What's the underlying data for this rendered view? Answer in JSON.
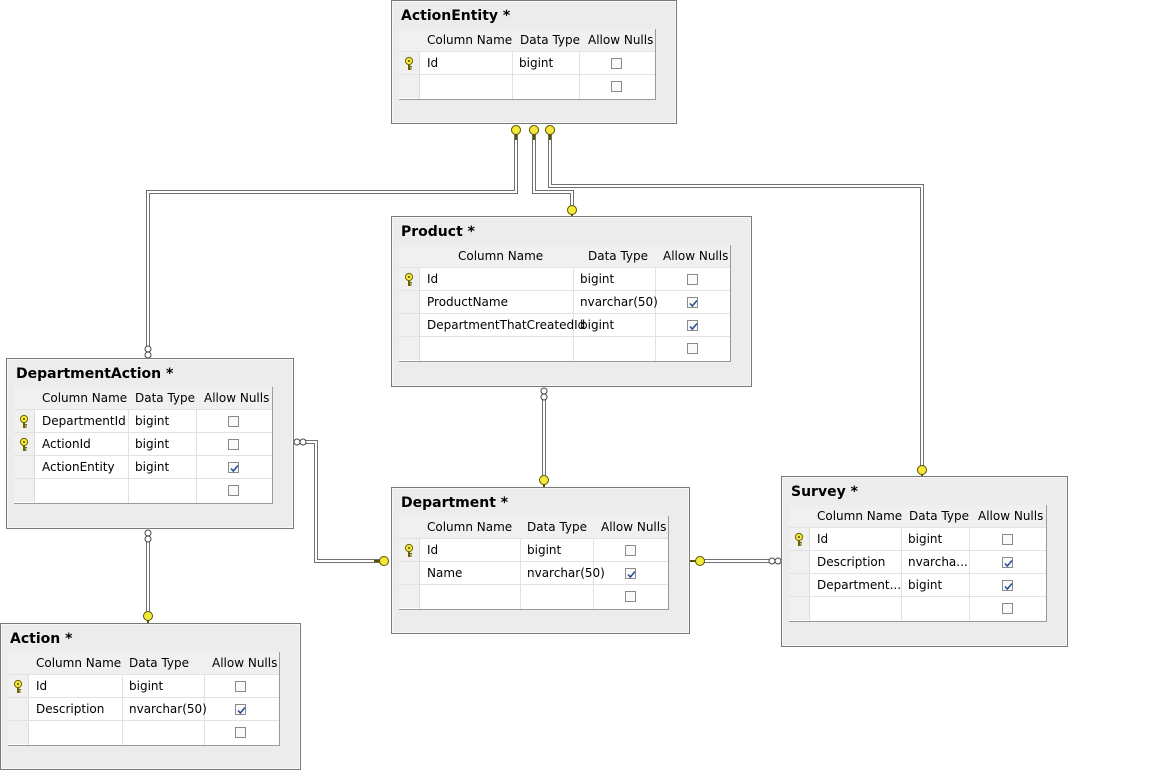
{
  "header_labels": {
    "column_name": "Column Name",
    "data_type": "Data Type",
    "allow_nulls": "Allow Nulls"
  },
  "tables": [
    {
      "name": "ActionEntity *",
      "columns": [
        {
          "name": "Id",
          "type": "bigint",
          "nullable": false,
          "pk": true
        },
        {
          "name": "",
          "type": "",
          "nullable": false,
          "pk": false
        }
      ]
    },
    {
      "name": "Product *",
      "columns": [
        {
          "name": "Id",
          "type": "bigint",
          "nullable": false,
          "pk": true
        },
        {
          "name": "ProductName",
          "type": "nvarchar(50)",
          "nullable": true,
          "pk": false
        },
        {
          "name": "DepartmentThatCreatedId",
          "type": "bigint",
          "nullable": true,
          "pk": false
        },
        {
          "name": "",
          "type": "",
          "nullable": false,
          "pk": false
        }
      ]
    },
    {
      "name": "DepartmentAction *",
      "columns": [
        {
          "name": "DepartmentId",
          "type": "bigint",
          "nullable": false,
          "pk": true
        },
        {
          "name": "ActionId",
          "type": "bigint",
          "nullable": false,
          "pk": true
        },
        {
          "name": "ActionEntity",
          "type": "bigint",
          "nullable": true,
          "pk": false
        },
        {
          "name": "",
          "type": "",
          "nullable": false,
          "pk": false
        }
      ]
    },
    {
      "name": "Department *",
      "columns": [
        {
          "name": "Id",
          "type": "bigint",
          "nullable": false,
          "pk": true
        },
        {
          "name": "Name",
          "type": "nvarchar(50)",
          "nullable": true,
          "pk": false
        },
        {
          "name": "",
          "type": "",
          "nullable": false,
          "pk": false
        }
      ]
    },
    {
      "name": "Survey *",
      "columns": [
        {
          "name": "Id",
          "type": "bigint",
          "nullable": false,
          "pk": true
        },
        {
          "name": "Description",
          "type": "nvarcha...",
          "nullable": true,
          "pk": false
        },
        {
          "name": "Department...",
          "type": "bigint",
          "nullable": true,
          "pk": false
        },
        {
          "name": "",
          "type": "",
          "nullable": false,
          "pk": false
        }
      ]
    },
    {
      "name": "Action *",
      "columns": [
        {
          "name": "Id",
          "type": "bigint",
          "nullable": false,
          "pk": true
        },
        {
          "name": "Description",
          "type": "nvarchar(50)",
          "nullable": true,
          "pk": false
        },
        {
          "name": "",
          "type": "",
          "nullable": false,
          "pk": false
        }
      ]
    }
  ],
  "relationships": [
    {
      "from": "ActionEntity *",
      "to": "DepartmentAction *"
    },
    {
      "from": "ActionEntity *",
      "to": "Product *"
    },
    {
      "from": "ActionEntity *",
      "to": "Survey *"
    },
    {
      "from": "Department *",
      "to": "Product *"
    },
    {
      "from": "Department *",
      "to": "DepartmentAction *"
    },
    {
      "from": "Department *",
      "to": "Survey *"
    },
    {
      "from": "Action *",
      "to": "DepartmentAction *"
    }
  ],
  "colors": {
    "key_yellow": "#f2e93a",
    "line": "#6a6a6a",
    "panel": "#ececec",
    "check": "#2b4f9a"
  }
}
